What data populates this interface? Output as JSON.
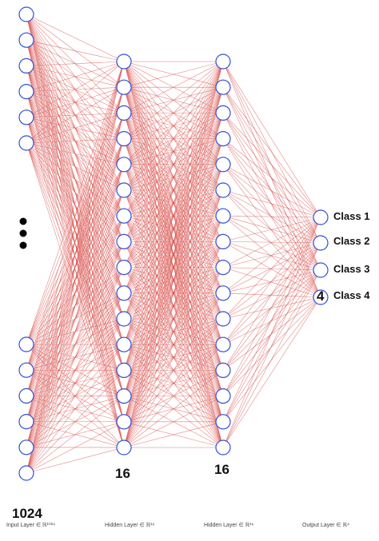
{
  "layers": [
    {
      "id": "input",
      "count_label": "1024",
      "caption": "Input Layer ∈ ℝ¹⁰²⁴",
      "ellipsis": true
    },
    {
      "id": "hidden1",
      "count_label": "16",
      "caption": "Hidden Layer ∈ ℝ¹⁶"
    },
    {
      "id": "hidden2",
      "count_label": "16",
      "caption": "Hidden Layer ∈ ℝ¹⁶"
    },
    {
      "id": "output",
      "count_label": "4",
      "caption": "Output Layer ∈ ℝ⁴",
      "classes": [
        "Class 1",
        "Class 2",
        "Class 3",
        "Class 4"
      ]
    }
  ],
  "colors": {
    "edge": "#d9534f",
    "neuron_stroke": "#2f4fd9",
    "neuron_fill": "#ffffff",
    "ellipsis": "#000000"
  }
}
